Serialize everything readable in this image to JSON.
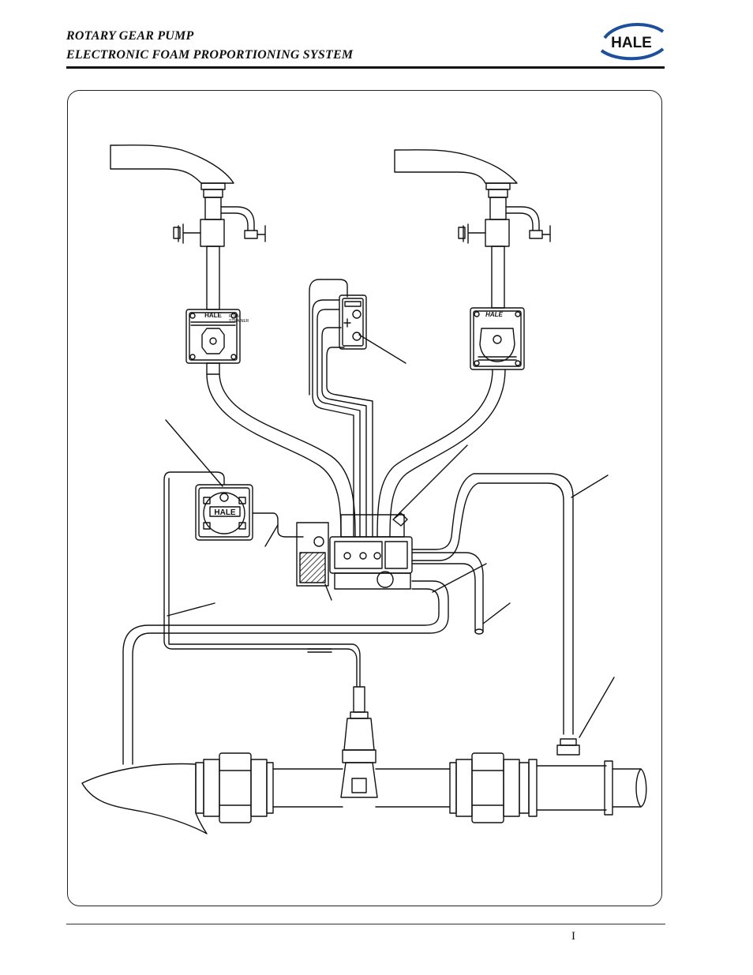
{
  "header": {
    "title_line1": "ROTARY GEAR PUMP",
    "title_line2": "ELECTRONIC FOAM PROPORTIONING SYSTEM",
    "brand": "HALE",
    "brand_color": "#1c4f9c"
  },
  "diagram": {
    "strainer_left": {
      "brand": "HALE",
      "line1": "FOAM",
      "line2": "STRAINER"
    },
    "strainer_right": {
      "brand": "HALE"
    },
    "display": {
      "text": "HALE"
    }
  },
  "footer": {
    "page_number": "I"
  }
}
